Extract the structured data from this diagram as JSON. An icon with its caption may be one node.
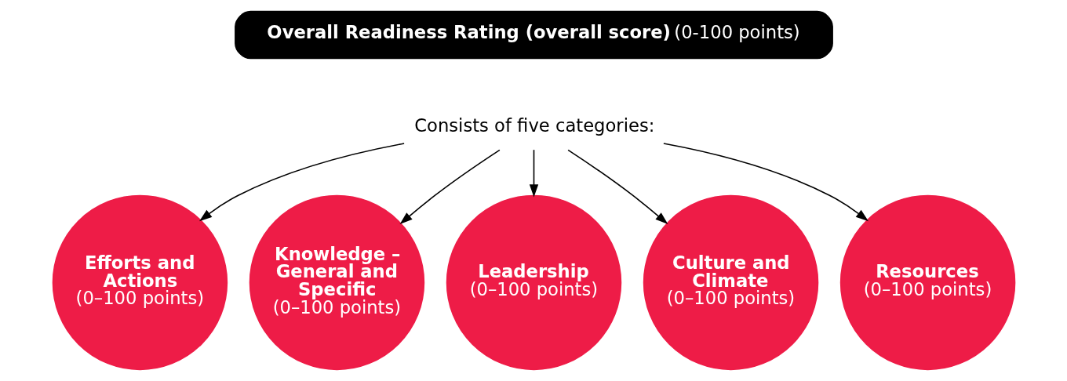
{
  "diagram": {
    "nodes": [
      {
        "text": [
          "**Overall Readiness Rating (overall score)** (0-100 points)"
        ]
      },
      {
        "text": [
          "Consists of five categories:"
        ]
      },
      {
        "text": [
          "Efforts and Actions",
          "(0–100 points)"
        ]
      },
      {
        "text": [
          "Knowledge – General and Specific",
          "(0–100 points)"
        ]
      },
      {
        "text": [
          "Leadership",
          "(0–100 points)"
        ]
      },
      {
        "text": [
          "Culture and Climate",
          "(0–100 points)"
        ]
      },
      {
        "text": [
          "Resources",
          "(0–100 points)"
        ]
      }
    ],
    "edges": [
      {
        "from": 1,
        "to": 2,
        "arrow": "to"
      },
      {
        "from": 1,
        "to": 3,
        "arrow": "to"
      },
      {
        "from": 1,
        "to": 4,
        "arrow": "to"
      },
      {
        "from": 1,
        "to": 5,
        "arrow": "to"
      },
      {
        "from": 1,
        "to": 6,
        "arrow": "to"
      }
    ]
  }
}
